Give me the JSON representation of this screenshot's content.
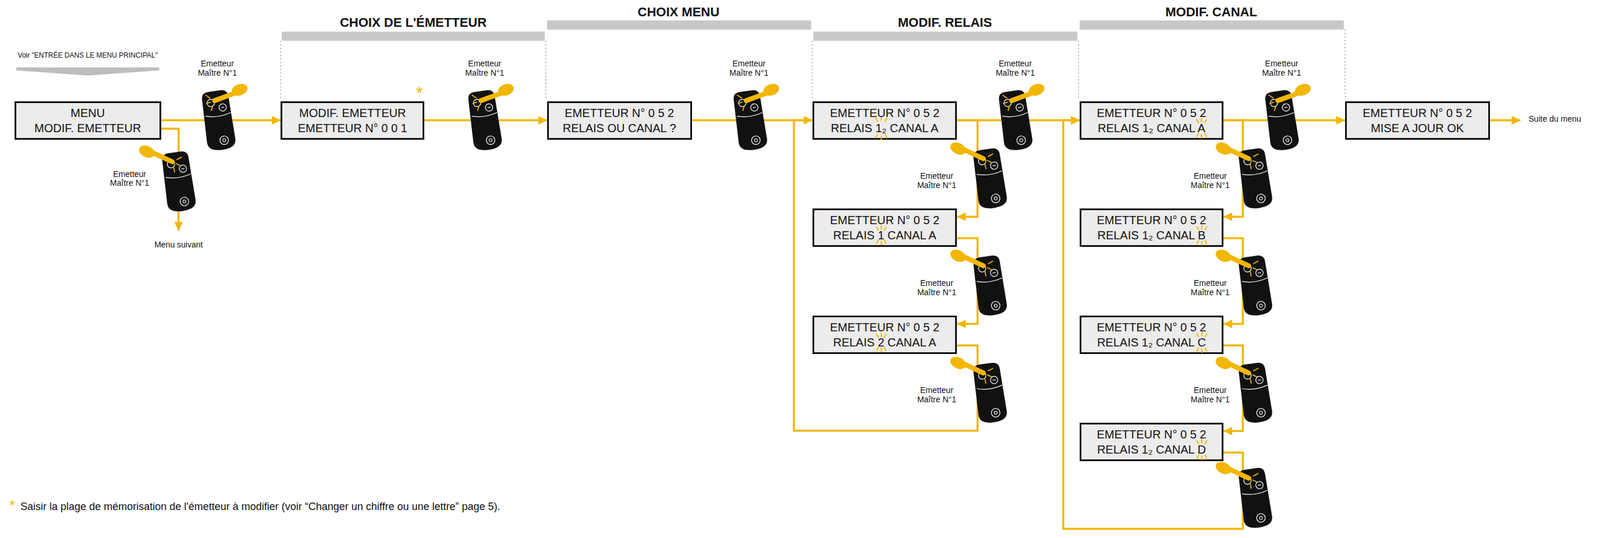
{
  "diagram": {
    "nodes": [
      {
        "text": [
          "MENU",
          "MODIF. EMETTEUR"
        ]
      },
      {
        "text": [
          "MODIF. EMETTEUR",
          "EMETTEUR N° 0 0 1"
        ]
      },
      {
        "text": [
          "EMETTEUR N° 0 5 2",
          "RELAIS OU CANAL ?"
        ]
      },
      {
        "text": [
          "EMETTEUR N° 0 5 2",
          "RELAIS 1₂ CANAL A"
        ]
      },
      {
        "text": [
          "EMETTEUR N° 0 5 2",
          "RELAIS 1 CANAL A"
        ]
      },
      {
        "text": [
          "EMETTEUR N° 0 5 2",
          "RELAIS 2 CANAL A"
        ]
      },
      {
        "text": [
          "EMETTEUR N° 0 5 2",
          "RELAIS 1₂ CANAL A"
        ]
      },
      {
        "text": [
          "EMETTEUR N° 0 5 2",
          "RELAIS 1₂ CANAL B"
        ]
      },
      {
        "text": [
          "EMETTEUR N° 0 5 2",
          "RELAIS 1₂ CANAL C"
        ]
      },
      {
        "text": [
          "EMETTEUR N° 0 5 2",
          "RELAIS 1₂ CANAL D"
        ]
      },
      {
        "text": [
          "EMETTEUR N° 0 5 2",
          "MISE A JOUR OK"
        ]
      }
    ],
    "edges": [
      {
        "from": 0,
        "to": 1,
        "arrow": "to"
      },
      {
        "from": 1,
        "to": 2,
        "arrow": "to"
      },
      {
        "from": 2,
        "to": 3,
        "arrow": "to"
      },
      {
        "from": 3,
        "to": 4,
        "arrow": "to"
      },
      {
        "from": 4,
        "to": 5,
        "arrow": "to"
      },
      {
        "from": 5,
        "to": 3,
        "arrow": "to"
      },
      {
        "from": 3,
        "to": 6,
        "arrow": "to"
      },
      {
        "from": 6,
        "to": 7,
        "arrow": "to"
      },
      {
        "from": 7,
        "to": 8,
        "arrow": "to"
      },
      {
        "from": 8,
        "to": 9,
        "arrow": "to"
      },
      {
        "from": 9,
        "to": 6,
        "arrow": "to"
      },
      {
        "from": 6,
        "to": 10,
        "arrow": "to"
      }
    ],
    "labels": [
      "Voir \"ENTRÉE DANS LE MENU PRINCIPAL\"",
      "CHOIX DE L'ÉMETTEUR",
      "CHOIX MENU",
      "MODIF. RELAIS",
      "MODIF. CANAL",
      "*",
      "Emetteur Maître N°1",
      "Emetteur Maître N°1",
      "Emetteur Maître N°1",
      "Emetteur Maître N°1",
      "Emetteur Maître N°1",
      "Emetteur Maître N°1",
      "Emetteur Maître N°1",
      "Emetteur Maître N°1",
      "Emetteur Maître N°1",
      "Emetteur Maître N°1",
      "Emetteur Maître N°1",
      "Emetteur Maître N°1",
      "Menu suivant",
      "Suite du menu",
      "*",
      "Saisir la plage de mémorisation de l'émetteur à modifier (voir “Changer un chiffre ou une lettre” page 5)."
    ]
  }
}
